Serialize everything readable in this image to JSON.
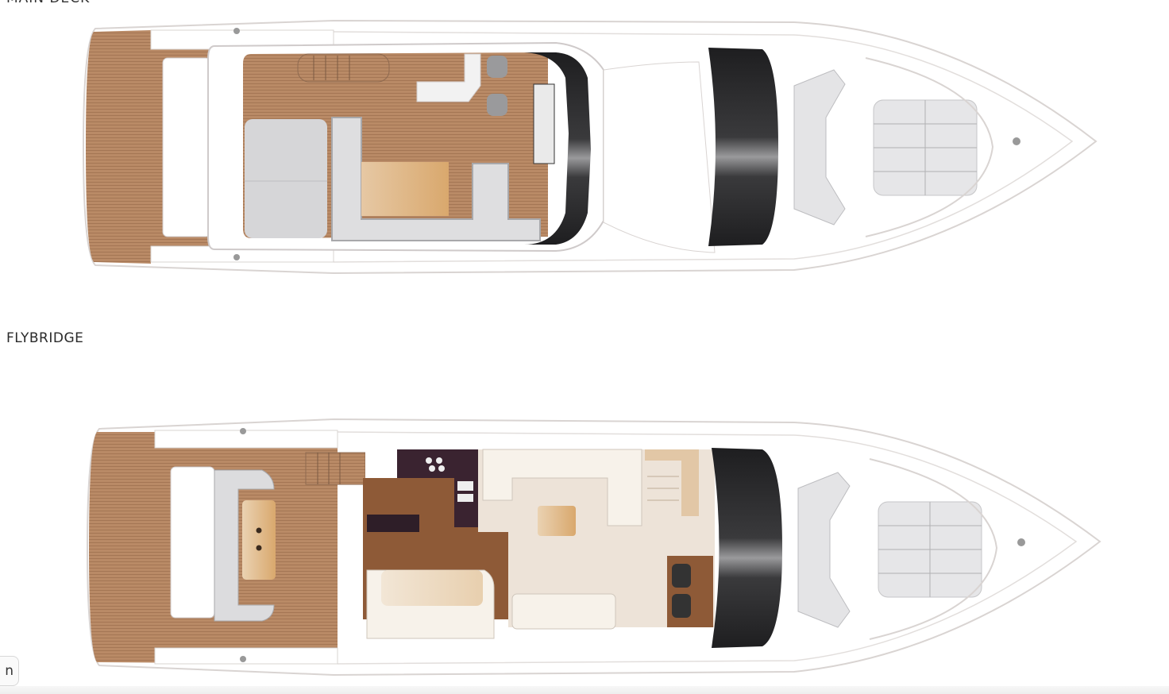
{
  "labels": {
    "top_section": "MAIN DECK",
    "flybridge": "FLYBRIDGE"
  },
  "corner_button": {
    "label": "n"
  },
  "colors": {
    "teak": "#b98a66",
    "teak_line": "#a47654",
    "hull_line": "#d9d4d2",
    "cushion_gray": "#d6d6d8",
    "table_tan": "#e0b98a",
    "windshield_dark": "#2b2b2d",
    "galley_dark": "#3a2330",
    "saloon_floor": "#ede3d8",
    "wood_floor": "#8e5a37"
  },
  "plans": [
    {
      "name": "main-deck-plan",
      "position": "top"
    },
    {
      "name": "flybridge-deck-plan",
      "position": "bottom"
    }
  ]
}
